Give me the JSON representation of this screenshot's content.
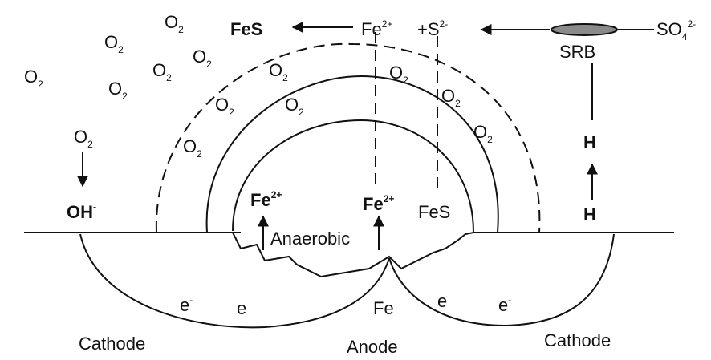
{
  "oxygen": {
    "base": "O",
    "sub": "2"
  },
  "hydroxide": {
    "base": "OH",
    "sup": "-"
  },
  "iron_ion": {
    "base": "Fe",
    "sup": "2+"
  },
  "sulfide": {
    "base": "+S",
    "sup": "2-"
  },
  "sulfate": {
    "base": "SO",
    "sub": "4",
    "sup": "2-"
  },
  "labels": {
    "fes": "FeS",
    "srb": "SRB",
    "hydrogen": "H",
    "anaerobic": "Anaerobic",
    "fe": "Fe",
    "electron": "e",
    "electron_sup": "-",
    "cathode": "Cathode",
    "anode": "Anode"
  }
}
